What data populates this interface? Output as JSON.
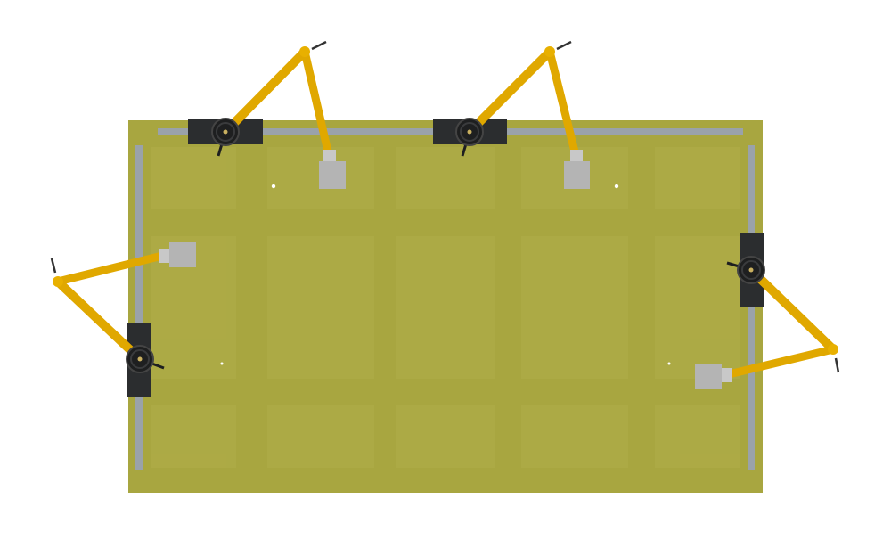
{
  "scene": {
    "colors": {
      "background": "#ffffff",
      "table": "#a8a640",
      "table_panel": "#aeac48",
      "rail": "#9aa2aa",
      "arm": "#e0a800",
      "arm_shade": "#c89500",
      "base_plate": "#2b2d2f",
      "gripper": "#b4b4b4",
      "bolt": "#e8b400"
    },
    "arms": [
      {
        "id": "top-left",
        "mount": "top-rail"
      },
      {
        "id": "top-right",
        "mount": "top-rail"
      },
      {
        "id": "left",
        "mount": "left-rail"
      },
      {
        "id": "right",
        "mount": "right-rail"
      }
    ]
  }
}
